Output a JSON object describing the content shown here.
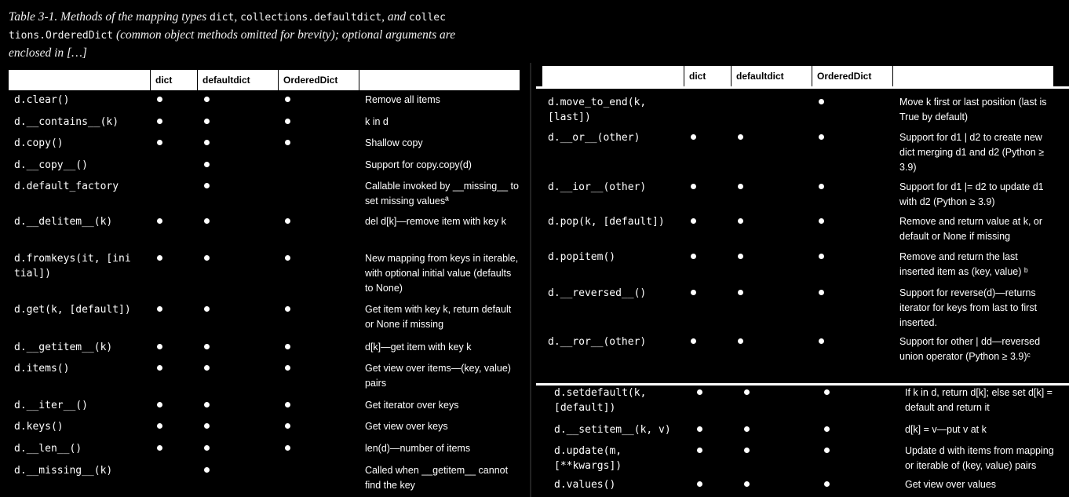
{
  "caption": {
    "prefix": "Table 3-1. Methods of the mapping types ",
    "code1": "dict",
    "sep1": ", ",
    "code2": "collections.defaultdict",
    "sep2": ", and ",
    "code3": "collec",
    "code3b": "tions.OrderedDict",
    "suffix1": " (common object methods omitted for brevity); optional arguments are",
    "suffix2": "enclosed in […]"
  },
  "headers": [
    "dict",
    "defaultdict",
    "OrderedDict"
  ],
  "left_rows": [
    {
      "method": "d.clear()",
      "dict": true,
      "dd": true,
      "od": true,
      "desc": "Remove all items"
    },
    {
      "method": "d.__contains__(k)",
      "dict": true,
      "dd": true,
      "od": true,
      "desc": "k in d"
    },
    {
      "method": "d.copy()",
      "dict": true,
      "dd": true,
      "od": true,
      "desc": "Shallow copy"
    },
    {
      "method": "d.__copy__()",
      "dict": false,
      "dd": true,
      "od": false,
      "desc": "Support for copy.copy(d)"
    },
    {
      "method": "d.default_factory",
      "dict": false,
      "dd": true,
      "od": false,
      "desc": "Callable invoked by __missing__ to set missing valuesª"
    },
    {
      "method": "d.__delitem__(k)",
      "dict": true,
      "dd": true,
      "od": true,
      "desc": "del d[k]—remove item with key k"
    },
    {
      "method": "d.fromkeys(it, [ini\ntial])",
      "dict": true,
      "dd": true,
      "od": true,
      "desc": "New mapping from keys in iterable, with optional initial value (defaults to None)"
    },
    {
      "method": "d.get(k, [default])",
      "dict": true,
      "dd": true,
      "od": true,
      "desc": "Get item with key k, return default or None if missing"
    },
    {
      "method": "d.__getitem__(k)",
      "dict": true,
      "dd": true,
      "od": true,
      "desc": "d[k]—get item with key k"
    },
    {
      "method": "d.items()",
      "dict": true,
      "dd": true,
      "od": true,
      "desc": "Get view over items—(key, value) pairs"
    },
    {
      "method": "d.__iter__()",
      "dict": true,
      "dd": true,
      "od": true,
      "desc": "Get iterator over keys"
    },
    {
      "method": "d.keys()",
      "dict": true,
      "dd": true,
      "od": true,
      "desc": "Get view over keys"
    },
    {
      "method": "d.__len__()",
      "dict": true,
      "dd": true,
      "od": true,
      "desc": "len(d)—number of items"
    },
    {
      "method": "d.__missing__(k)",
      "dict": false,
      "dd": true,
      "od": false,
      "desc": "Called when __getitem__ cannot find the key"
    }
  ],
  "right_rows": [
    {
      "method": "d.move_to_end(k,\n[last])",
      "dict": false,
      "dd": false,
      "od": true,
      "desc": "Move k first or last position (last is True by default)"
    },
    {
      "method": "d.__or__(other)",
      "dict": true,
      "dd": true,
      "od": true,
      "desc": "Support for d1 | d2 to create new dict merging d1 and d2 (Python ≥ 3.9)"
    },
    {
      "method": "d.__ior__(other)",
      "dict": true,
      "dd": true,
      "od": true,
      "desc": "Support for d1 |= d2 to update d1 with d2 (Python ≥ 3.9)"
    },
    {
      "method": "d.pop(k, [default])",
      "dict": true,
      "dd": true,
      "od": true,
      "desc": "Remove and return value at k, or default or None if missing"
    },
    {
      "method": "d.popitem()",
      "dict": true,
      "dd": true,
      "od": true,
      "desc": "Remove and return the last inserted item as (key, value) ᵇ"
    },
    {
      "method": "d.__reversed__()",
      "dict": true,
      "dd": true,
      "od": true,
      "desc": "Support for reverse(d)—returns iterator for keys from last to first inserted."
    },
    {
      "method": "d.__ror__(other)",
      "dict": true,
      "dd": true,
      "od": true,
      "desc": "Support for other | dd—reversed union operator (Python ≥ 3.9)ᶜ"
    }
  ],
  "bottom_rows": [
    {
      "method": "d.setdefault(k,\n[default])",
      "dict": true,
      "dd": true,
      "od": true,
      "desc": "If k in d, return d[k]; else set d[k] = default and return it"
    },
    {
      "method": "d.__setitem__(k, v)",
      "dict": true,
      "dd": true,
      "od": true,
      "desc": "d[k] = v—put v at k"
    },
    {
      "method": "d.update(m,\n[**kwargs])",
      "dict": true,
      "dd": true,
      "od": true,
      "desc": "Update d with items from mapping or iterable of (key, value) pairs"
    },
    {
      "method": "d.values()",
      "dict": true,
      "dd": true,
      "od": true,
      "desc": "Get view over values"
    }
  ]
}
